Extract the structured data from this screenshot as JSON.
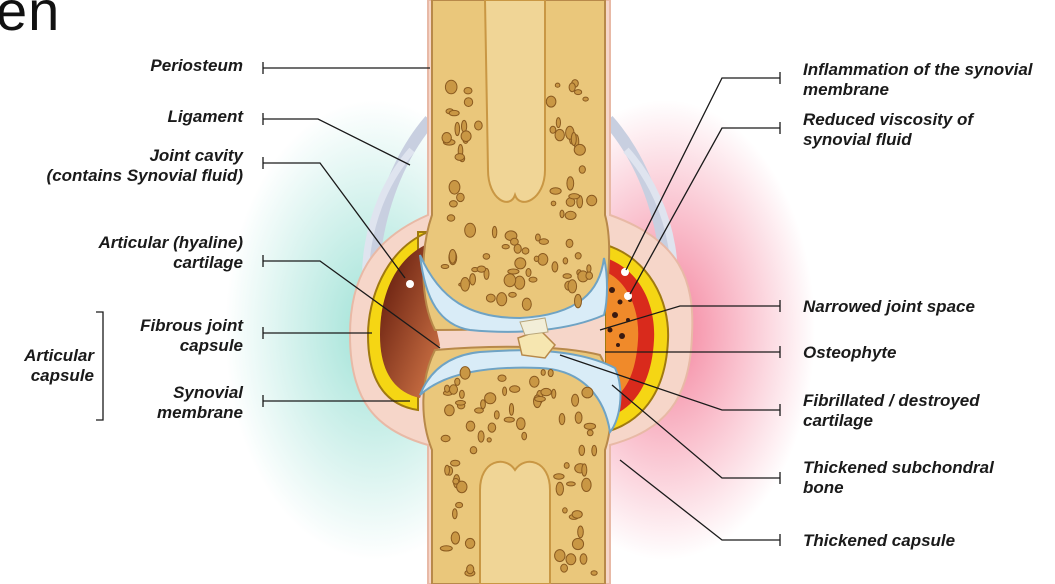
{
  "header_fragment": "en",
  "left_labels": {
    "periosteum": "Periosteum",
    "ligament": "Ligament",
    "joint_cavity": "Joint cavity\n(contains Synovial fluid)",
    "articular_cartilage": "Articular (hyaline)\ncartilage",
    "fibrous_capsule": "Fibrous joint\ncapsule",
    "synovial_membrane": "Synovial\nmembrane",
    "articular_capsule": "Articular\ncapsule"
  },
  "right_labels": {
    "inflammation": "Inflammation of the synovial\nmembrane",
    "reduced_viscosity": "Reduced viscosity of\nsynovial fluid",
    "narrowed_space": "Narrowed joint space",
    "osteophyte": "Osteophyte",
    "fibrillated": "Fibrillated / destroyed\ncartilage",
    "subchondral": "Thickened subchondral\nbone",
    "thickened_capsule": "Thickened capsule"
  },
  "colors": {
    "bone": "#eac77b",
    "marrow": "#c99744",
    "cartilage": "#d9ecf7",
    "healthy_glow": "#7fd8c9",
    "inflamed_glow": "#f26b8a",
    "synovial_red": "#d92a1c",
    "capsule_yellow": "#f5d614",
    "cavity_dark": "#8c2a1a"
  }
}
